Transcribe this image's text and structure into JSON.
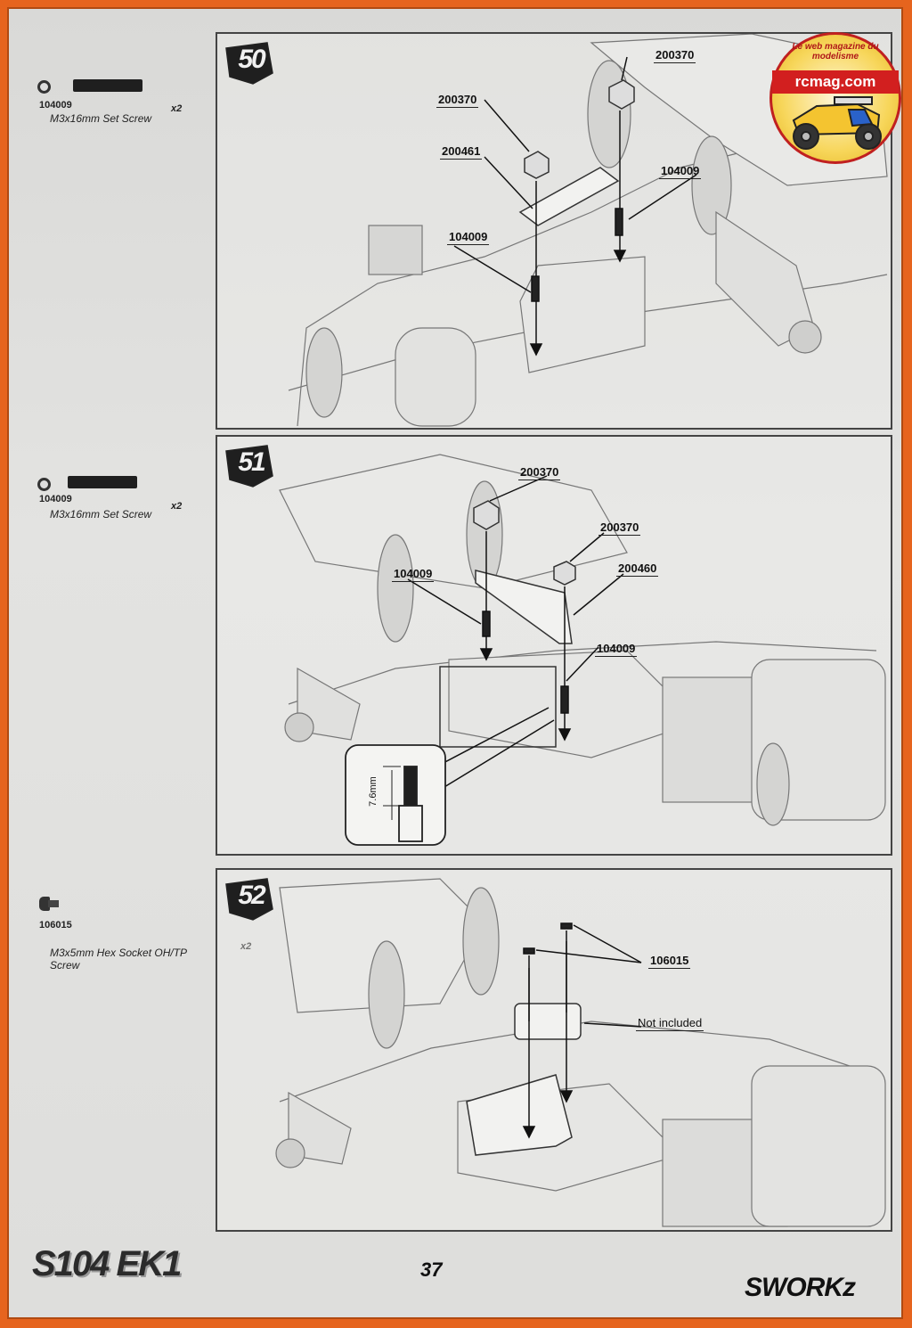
{
  "watermark": {
    "tagline": "Le web magazine du modelisme",
    "site": "rcmag.com"
  },
  "steps": [
    {
      "number": "50",
      "part": {
        "code": "104009",
        "desc": "M3x16mm Set Screw",
        "qty": "x2"
      },
      "callouts": [
        "200370",
        "200370",
        "200461",
        "104009",
        "104009"
      ]
    },
    {
      "number": "51",
      "part": {
        "code": "104009",
        "desc": "M3x16mm Set Screw",
        "qty": "x2"
      },
      "callouts": [
        "200370",
        "200370",
        "200460",
        "104009",
        "104009"
      ],
      "detail": {
        "dimension": "7.6mm"
      }
    },
    {
      "number": "52",
      "part": {
        "code": "106015",
        "desc": "M3x5mm Hex Socket OH/TP Screw",
        "qty": "x2"
      },
      "callouts": [
        "106015",
        "Not included"
      ]
    }
  ],
  "footer": {
    "page_number": "37",
    "model_name": "S104 EK1",
    "brand": "SWORKz"
  }
}
